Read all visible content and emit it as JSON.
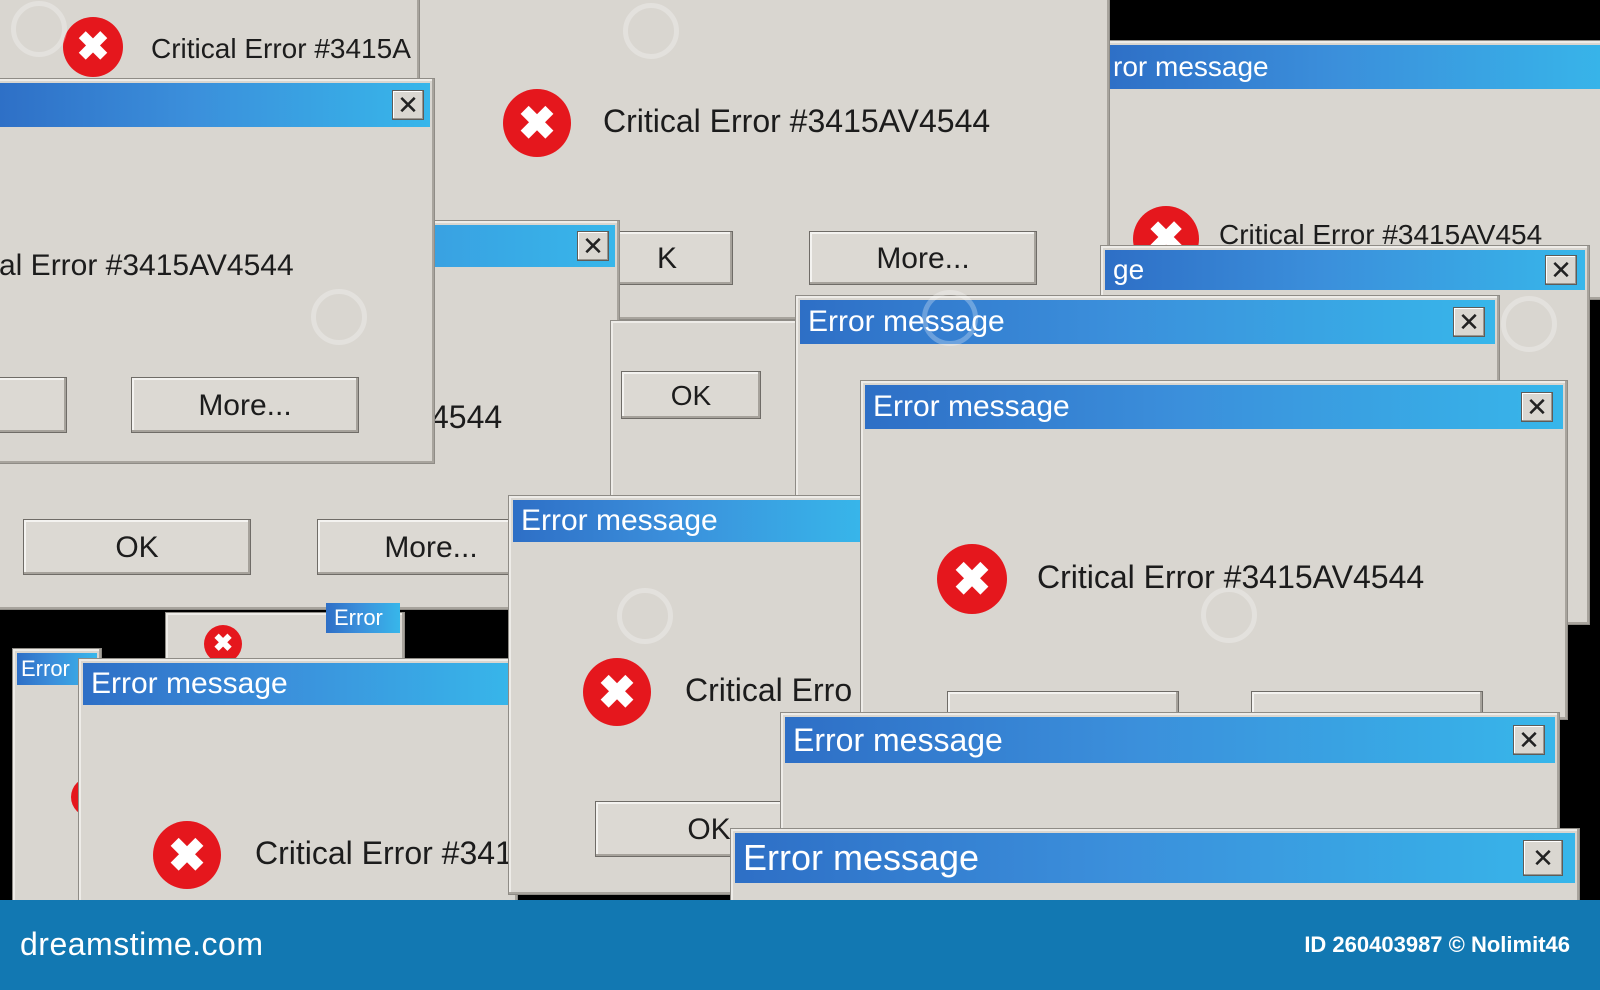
{
  "dialog": {
    "title": "Error message",
    "message": "Critical Error #3415AV4544",
    "ok_label": "OK",
    "more_label": "More...",
    "close_glyph": "✕"
  },
  "fragments": {
    "title_cut_a": "ror message",
    "title_cut_b": "ge",
    "title_cut_c": "Error",
    "title_cut_d": "Error",
    "message_cut_a": "Critical Error #3415A",
    "message_cut_b": "al Error #3415AV4544",
    "message_cut_c": "4544",
    "message_cut_d": "Critical Error #341",
    "message_cut_e": "Critical Erro",
    "message_cut_f": "Critical Error #3415AV454",
    "ok_cut": "K",
    "more_cut": "More"
  },
  "icons": {
    "error": "error-x-icon",
    "watermark": "dreamstime-spiral-icon"
  },
  "colors": {
    "titlebar_start": "#2e6fc6",
    "titlebar_end": "#37b6ea",
    "dialog_bg": "#d9d6d0",
    "error_red": "#e5171d",
    "footer_bg": "#1278b2"
  },
  "footer": {
    "brand": "dreamstime.com",
    "credit": "ID 260403987 © Nolimit46"
  }
}
